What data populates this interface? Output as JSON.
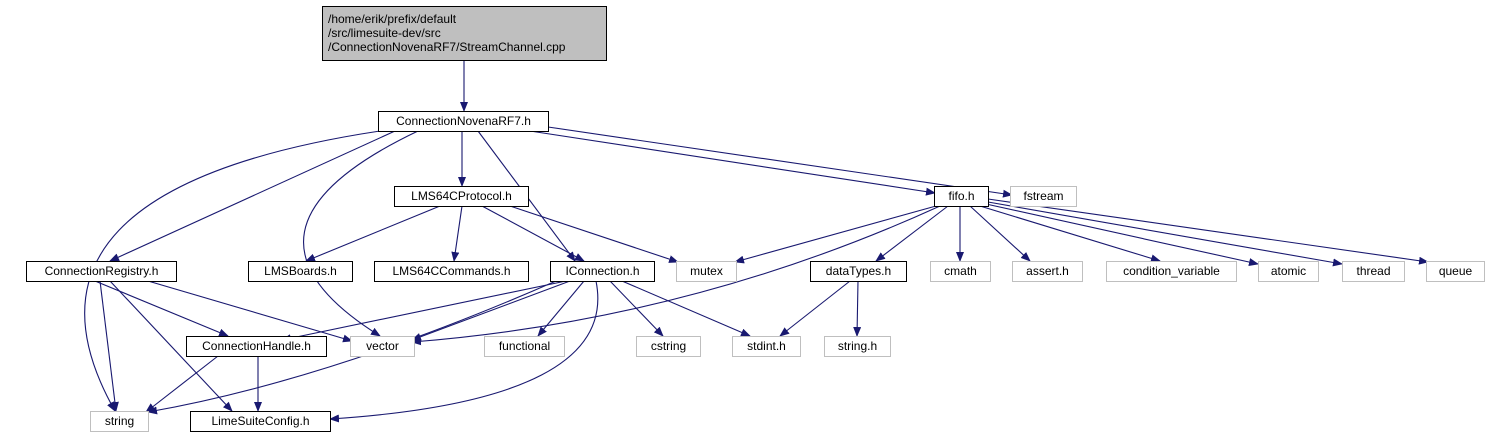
{
  "graph": {
    "title": "",
    "colors": {
      "edge": "#191970",
      "root_fill": "#bfbfbf",
      "root_border": "#000000",
      "documented_border": "#000000",
      "external_border": "#bfbfbf",
      "node_fill": "#ffffff"
    },
    "nodes": {
      "root": {
        "lines": [
          "/home/erik/prefix/default",
          "/src/limesuite-dev/src",
          "/ConnectionNovenaRF7/StreamChannel.cpp"
        ],
        "kind": "root"
      },
      "novena": {
        "lines": [
          "ConnectionNovenaRF7.h"
        ],
        "kind": "documented"
      },
      "lms64cprotocol": {
        "lines": [
          "LMS64CProtocol.h"
        ],
        "kind": "documented"
      },
      "fifo": {
        "lines": [
          "fifo.h"
        ],
        "kind": "documented"
      },
      "fstream": {
        "lines": [
          "fstream"
        ],
        "kind": "external"
      },
      "registry": {
        "lines": [
          "ConnectionRegistry.h"
        ],
        "kind": "documented"
      },
      "lmsboards": {
        "lines": [
          "LMSBoards.h"
        ],
        "kind": "documented"
      },
      "lms64ccommands": {
        "lines": [
          "LMS64CCommands.h"
        ],
        "kind": "documented"
      },
      "iconnection": {
        "lines": [
          "IConnection.h"
        ],
        "kind": "documented"
      },
      "mutex": {
        "lines": [
          "mutex"
        ],
        "kind": "external"
      },
      "datatypes": {
        "lines": [
          "dataTypes.h"
        ],
        "kind": "documented"
      },
      "cmath": {
        "lines": [
          "cmath"
        ],
        "kind": "external"
      },
      "asserth": {
        "lines": [
          "assert.h"
        ],
        "kind": "external"
      },
      "condvar": {
        "lines": [
          "condition_variable"
        ],
        "kind": "external"
      },
      "atomic": {
        "lines": [
          "atomic"
        ],
        "kind": "external"
      },
      "thread": {
        "lines": [
          "thread"
        ],
        "kind": "external"
      },
      "queue": {
        "lines": [
          "queue"
        ],
        "kind": "external"
      },
      "handle": {
        "lines": [
          "ConnectionHandle.h"
        ],
        "kind": "documented"
      },
      "vector": {
        "lines": [
          "vector"
        ],
        "kind": "external"
      },
      "functional": {
        "lines": [
          "functional"
        ],
        "kind": "external"
      },
      "cstring": {
        "lines": [
          "cstring"
        ],
        "kind": "external"
      },
      "stdint": {
        "lines": [
          "stdint.h"
        ],
        "kind": "external"
      },
      "stringh": {
        "lines": [
          "string.h"
        ],
        "kind": "external"
      },
      "string": {
        "lines": [
          "string"
        ],
        "kind": "external"
      },
      "limeconfig": {
        "lines": [
          "LimeSuiteConfig.h"
        ],
        "kind": "documented"
      }
    },
    "edges": [
      [
        "root",
        "novena"
      ],
      [
        "novena",
        "lms64cprotocol"
      ],
      [
        "novena",
        "fifo"
      ],
      [
        "novena",
        "fstream"
      ],
      [
        "novena",
        "registry"
      ],
      [
        "novena",
        "iconnection"
      ],
      [
        "novena",
        "vector"
      ],
      [
        "novena",
        "string"
      ],
      [
        "lms64cprotocol",
        "lmsboards"
      ],
      [
        "lms64cprotocol",
        "lms64ccommands"
      ],
      [
        "lms64cprotocol",
        "iconnection"
      ],
      [
        "lms64cprotocol",
        "mutex"
      ],
      [
        "fifo",
        "mutex"
      ],
      [
        "fifo",
        "vector"
      ],
      [
        "fifo",
        "datatypes"
      ],
      [
        "fifo",
        "cmath"
      ],
      [
        "fifo",
        "asserth"
      ],
      [
        "fifo",
        "condvar"
      ],
      [
        "fifo",
        "atomic"
      ],
      [
        "fifo",
        "thread"
      ],
      [
        "fifo",
        "queue"
      ],
      [
        "registry",
        "handle"
      ],
      [
        "registry",
        "vector"
      ],
      [
        "registry",
        "string"
      ],
      [
        "registry",
        "limeconfig"
      ],
      [
        "iconnection",
        "handle"
      ],
      [
        "iconnection",
        "vector"
      ],
      [
        "iconnection",
        "functional"
      ],
      [
        "iconnection",
        "cstring"
      ],
      [
        "iconnection",
        "stdint"
      ],
      [
        "iconnection",
        "string"
      ],
      [
        "iconnection",
        "limeconfig"
      ],
      [
        "datatypes",
        "stdint"
      ],
      [
        "datatypes",
        "stringh"
      ],
      [
        "handle",
        "string"
      ],
      [
        "handle",
        "limeconfig"
      ]
    ]
  }
}
